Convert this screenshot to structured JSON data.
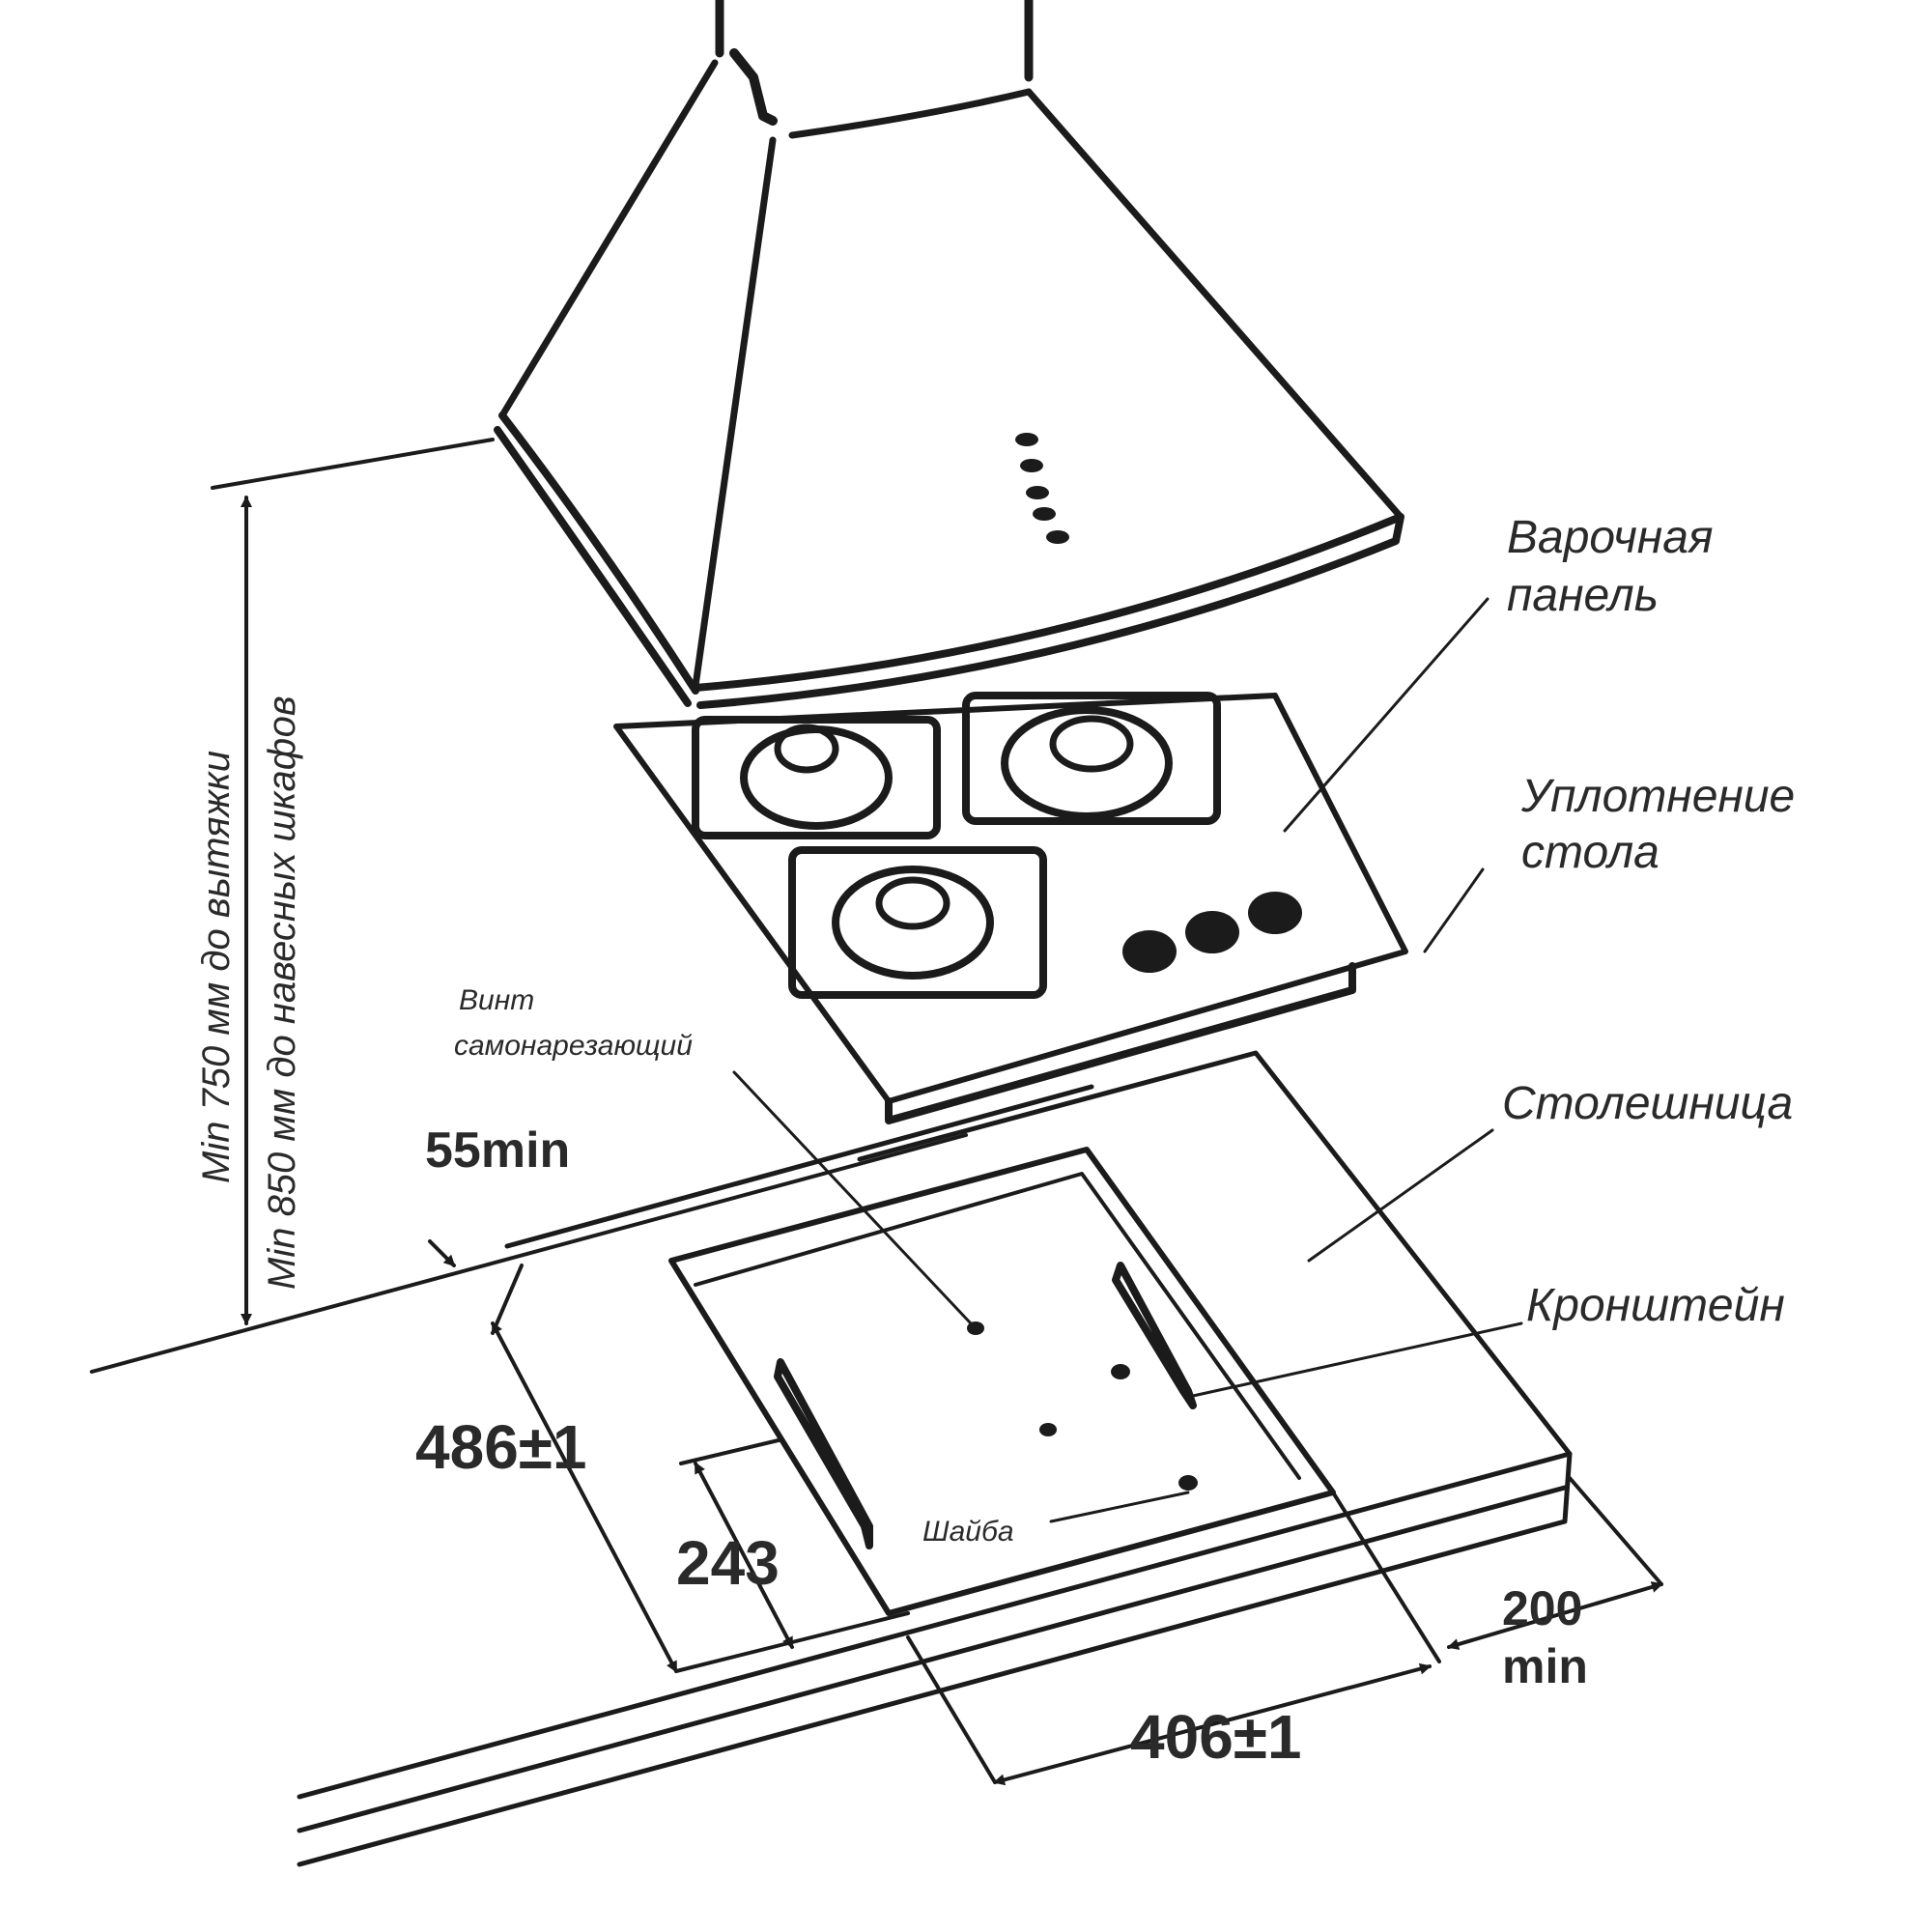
{
  "labels": {
    "hob": [
      "Варочная",
      "панель"
    ],
    "seal": [
      "Уплотнение",
      "стола"
    ],
    "countertop": "Столешница",
    "bracket": "Кронштейн",
    "screw": [
      "Винт",
      "самонарезающий"
    ],
    "washer": "Шайба",
    "hood_height": "Min 750 мм до вытяжки",
    "cabinet_height": "Min 850 мм до навесных шкафов"
  },
  "dimensions": {
    "wall_gap": "55min",
    "cutout_depth": "486±1",
    "bracket_pos": "243",
    "side_gap": [
      "200",
      "min"
    ],
    "cutout_width": "406±1"
  },
  "colors": {
    "line": "#1b1b1b",
    "text": "#2a2a2a"
  }
}
